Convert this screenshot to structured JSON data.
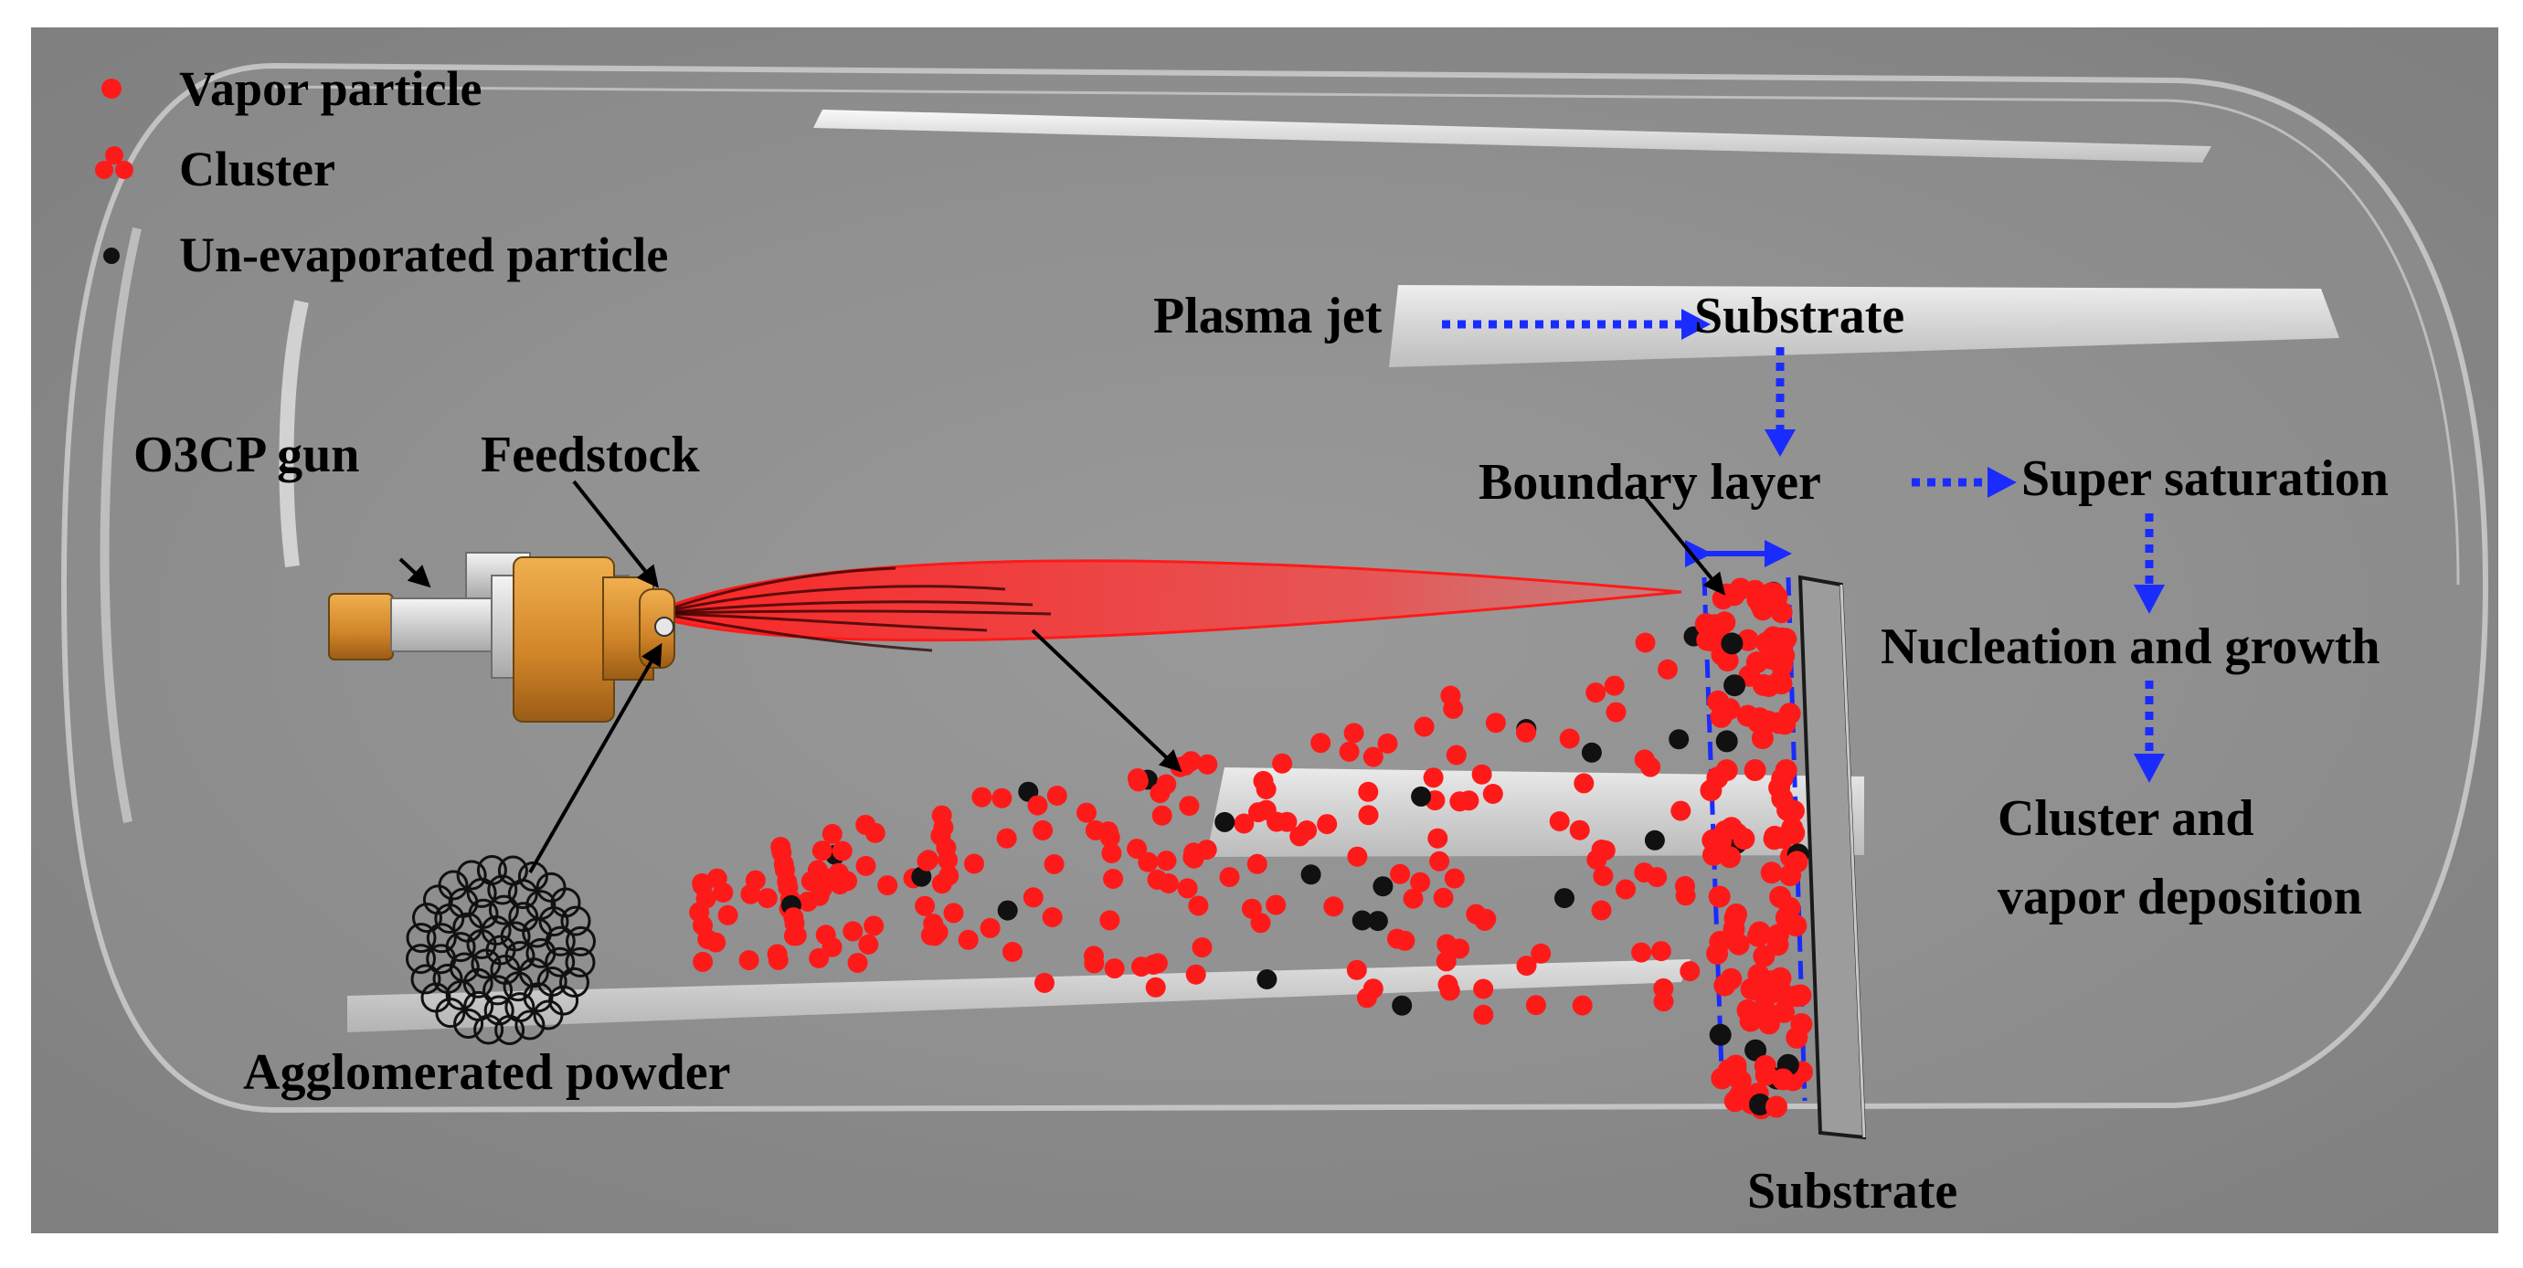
{
  "legend": {
    "vapor_particle": "Vapor particle",
    "cluster": "Cluster",
    "unevaporated_particle": "Un-evaporated particle"
  },
  "labels": {
    "gun": "O3CP gun",
    "feedstock": "Feedstock",
    "agglomerated_powder": "Agglomerated powder",
    "substrate_bottom": "Substrate"
  },
  "process_flow": {
    "plasma_jet": "Plasma jet",
    "substrate": "Substrate",
    "boundary_layer": "Boundary layer",
    "super_saturation": "Super saturation",
    "nucleation": "Nucleation and growth",
    "deposition_line1": "Cluster and",
    "deposition_line2": "vapor deposition"
  },
  "colors": {
    "background": "#8a8a8a",
    "vapor": "#ff1a1a",
    "unevaporated": "#111111",
    "flow_arrow": "#1a2bff",
    "gun_body": "#d38a2a",
    "plasma": "#ff3333",
    "substrate_plate": "#9a9a9a"
  },
  "icons": [
    "vapor-particle-icon",
    "cluster-icon",
    "unevaporated-particle-icon",
    "dotted-arrow-icon"
  ]
}
